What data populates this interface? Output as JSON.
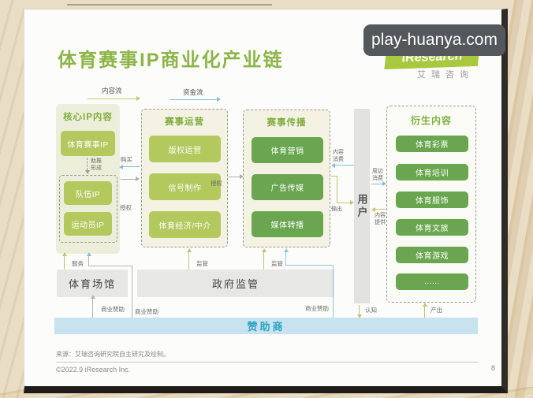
{
  "title": "体育赛事IP商业化产业链",
  "watermark": "play-huanya.com",
  "logo": {
    "brand": "iResearch",
    "cn": "艾瑞咨询"
  },
  "flow_labels": {
    "content": "内容流",
    "capital": "资金流"
  },
  "panels": {
    "core": {
      "title": "核心IP内容",
      "main_box": "体育赛事IP",
      "connector_label": "助推形成",
      "sub_boxes": [
        "队伍IP",
        "运动员IP"
      ]
    },
    "operation": {
      "title": "赛事运营",
      "boxes": [
        "版权运营",
        "信号制作",
        "体育经济/中介"
      ]
    },
    "spread": {
      "title": "赛事传播",
      "boxes": [
        "体育营销",
        "广告传媒",
        "媒体转播"
      ]
    },
    "derived": {
      "title": "衍生内容",
      "boxes": [
        "体育彩票",
        "体育培训",
        "体育服饰",
        "体育文旅",
        "体育游戏",
        "......"
      ]
    }
  },
  "user_bar": "用户",
  "edge_labels": {
    "buy": "购买",
    "license_left": "授权",
    "license_mid": "授权",
    "service": "服务",
    "regulate_1": "监管",
    "regulate_2": "监管",
    "sponsor_1": "商业赞助",
    "sponsor_2": "商业赞助",
    "sponsor_3": "商业赞助",
    "cognition": "认知",
    "produce": "产出",
    "content_consume": "内容消费",
    "export": "输出",
    "peripheral_consume": "周边消费",
    "content_provide": "内容提供"
  },
  "bottom": {
    "venue": "体育场馆",
    "government": "政府监管",
    "sponsor_bar": "赞助商"
  },
  "footer": {
    "source": "来源：艾瑞咨询研究院自主研究及绘制。",
    "copyright": "©2022.9 iResearch Inc.",
    "page": "8"
  },
  "colors": {
    "accent_green": "#8cb548",
    "lime_box": "#b3c95e",
    "green_box": "#69a64f",
    "arrow_yellow": "#c2c66f",
    "arrow_blue": "#7ec0d8",
    "sponsor_bar_bg": "#c6e3ef"
  }
}
